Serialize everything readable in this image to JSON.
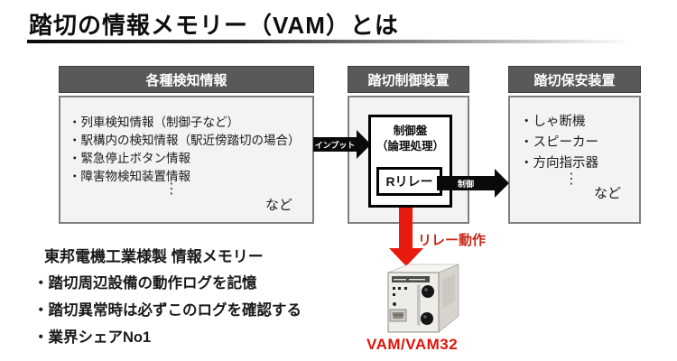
{
  "title": "踏切の情報メモリー（VAM）とは",
  "columns": {
    "sources": {
      "header": "各種検知情報",
      "items": [
        "・列車検知情報（制御子など）",
        "・駅構内の検知情報（駅近傍踏切の場合）",
        "・緊急停止ボタン情報",
        "・障害物検知装置情報"
      ],
      "ellipsis": "⋮",
      "etc": "など"
    },
    "controller": {
      "header": "踏切制御装置",
      "panel_line1": "制御盤",
      "panel_line2": "（論理処理）",
      "relay": "Rリレー"
    },
    "safety": {
      "header": "踏切保安装置",
      "items": [
        "・しゃ断機",
        "・スピーカー",
        "・方向指示器"
      ],
      "ellipsis": "⋮",
      "etc": "など"
    }
  },
  "arrows": {
    "input_label": "インプット",
    "control_label": "制御",
    "relay_action_label": "リレー動作"
  },
  "device": {
    "label": "VAM/VAM32"
  },
  "notes": {
    "heading": "東邦電機工業様製 情報メモリー",
    "items": [
      "・踏切周辺設備の動作ログを記憶",
      "・踏切異常時は必ずこのログを確認する",
      "・業界シェアNo1"
    ]
  },
  "colors": {
    "header_bg": "#595959",
    "box_bg": "#f3f3f3",
    "arrow_black": "#0a0a0a",
    "arrow_red": "#e8190f",
    "label_red": "#c8281c",
    "device_label_red": "#e0150a"
  }
}
